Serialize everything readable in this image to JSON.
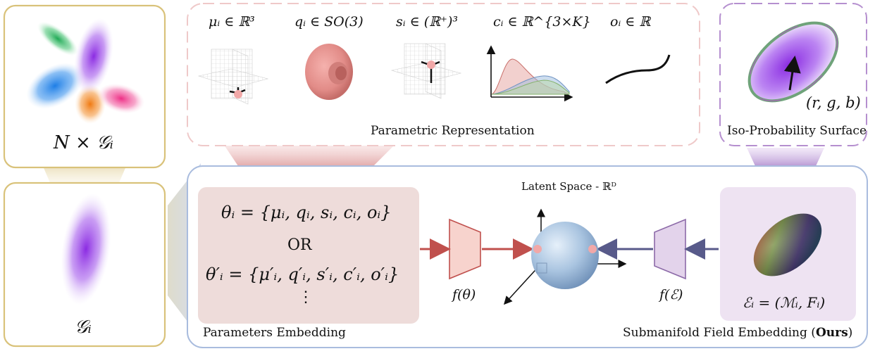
{
  "left_top": {
    "label": "N × 𝒢ᵢ"
  },
  "left_bottom": {
    "label": "𝒢ᵢ"
  },
  "parametric": {
    "title": "Parametric Representation",
    "params": [
      {
        "symbol": "μᵢ ∈ ℝ³",
        "icon": "position-axes-icon"
      },
      {
        "symbol": "qᵢ ∈ SO(3)",
        "icon": "rotation-torus-icon"
      },
      {
        "symbol": "sᵢ ∈ (ℝ⁺)³",
        "icon": "scale-axes-icon"
      },
      {
        "symbol": "cᵢ ∈ ℝ^{3×K}",
        "icon": "color-curves-icon"
      },
      {
        "symbol": "oᵢ ∈ ℝ",
        "icon": "opacity-curve-icon"
      }
    ]
  },
  "iso": {
    "title": "Iso-Probability Surface",
    "rgb_label": "(r, g, b)"
  },
  "embedding": {
    "latent_label": "Latent Space - ℝᴰ",
    "theta_eq": "θᵢ = {μᵢ, qᵢ, sᵢ, cᵢ, oᵢ}",
    "or_text": "OR",
    "theta_prime_eq": "θ′ᵢ = {μ′ᵢ, q′ᵢ, s′ᵢ, c′ᵢ, o′ᵢ}",
    "vdots": "⋮",
    "f_theta": "f(θ)",
    "f_e": "f(ℰ)",
    "e_eq": "ℰᵢ = (ℳᵢ, Fᵢ)",
    "params_caption": "Parameters Embedding",
    "submanifold_caption": "Submanifold Field Embedding (",
    "ours": "Ours",
    "close_paren": ")"
  },
  "colors": {
    "gold_border": "#d9c27a",
    "pink_border": "#efc9c9",
    "purple_border": "#b58fcf",
    "blue_border": "#a9bcde",
    "red_arrow": "#c0504d",
    "navy_arrow": "#585a8a"
  }
}
